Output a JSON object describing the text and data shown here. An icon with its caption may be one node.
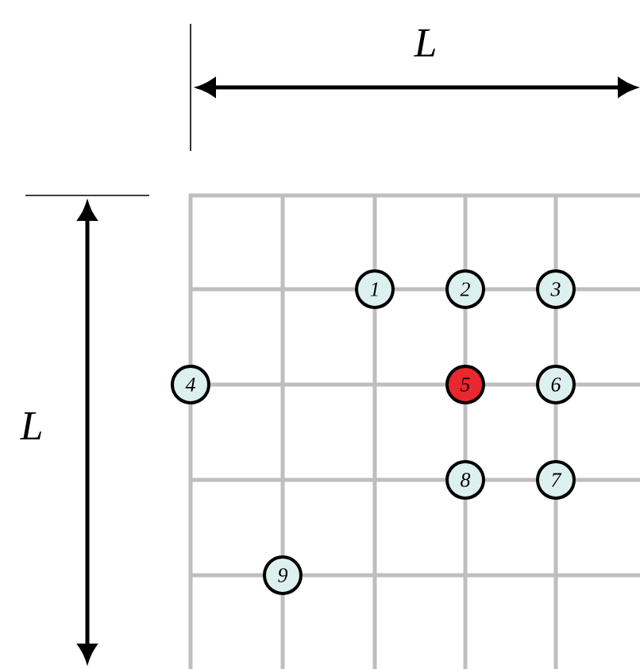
{
  "diagram": {
    "nodes": [
      {
        "text": [
          "1"
        ]
      },
      {
        "text": [
          "2"
        ]
      },
      {
        "text": [
          "3"
        ]
      },
      {
        "text": [
          "4"
        ]
      },
      {
        "text": [
          "5"
        ]
      },
      {
        "text": [
          "6"
        ]
      },
      {
        "text": [
          "7"
        ]
      },
      {
        "text": [
          "8"
        ]
      },
      {
        "text": [
          "9"
        ]
      }
    ],
    "labels": [
      "L",
      "L"
    ]
  }
}
